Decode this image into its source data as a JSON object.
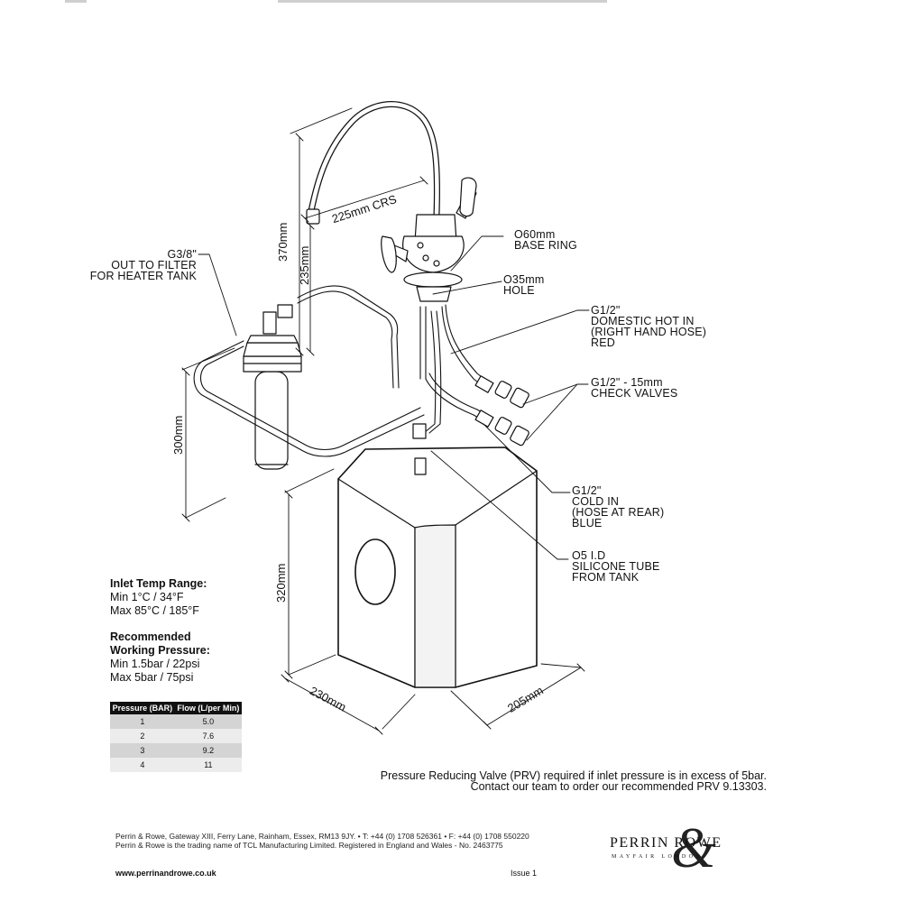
{
  "labels": {
    "g38": [
      "G3/8\"",
      "OUT TO FILTER",
      "FOR HEATER TANK"
    ],
    "base_ring": [
      "O60mm",
      "BASE RING"
    ],
    "hole": [
      "O35mm",
      "HOLE"
    ],
    "hot_in": [
      "G1/2\"",
      "DOMESTIC HOT IN",
      "(RIGHT HAND HOSE)",
      "RED"
    ],
    "check_valves": [
      "G1/2\"  - 15mm",
      "CHECK VALVES"
    ],
    "cold_in": [
      "G1/2\"",
      "COLD IN",
      "(HOSE AT REAR)",
      "BLUE"
    ],
    "silicone": [
      "O5 I.D",
      "SILICONE TUBE",
      "FROM TANK"
    ]
  },
  "dimensions": {
    "crs": "225mm CRS",
    "h370": "370mm",
    "h235": "235mm",
    "h300": "300mm",
    "h320": "320mm",
    "w230": "230mm",
    "w205": "205mm"
  },
  "specs": {
    "temp_title": "Inlet Temp Range:",
    "temp_min": "Min 1°C / 34°F",
    "temp_max": "Max 85°C / 185°F",
    "pressure_title_1": "Recommended",
    "pressure_title_2": "Working Pressure:",
    "pressure_min": "Min 1.5bar / 22psi",
    "pressure_max": "Max 5bar / 75psi"
  },
  "table": {
    "headers": [
      "Pressure (BAR)",
      "Flow (L/per Min)"
    ],
    "rows": [
      [
        "1",
        "5.0"
      ],
      [
        "2",
        "7.6"
      ],
      [
        "3",
        "9.2"
      ],
      [
        "4",
        "11"
      ]
    ]
  },
  "prv": {
    "line1": "Pressure Reducing Valve (PRV) required if inlet pressure is in excess of 5bar.",
    "line2": "Contact our team to order our recommended PRV 9.13303."
  },
  "footer": {
    "address": "Perrin & Rowe, Gateway XIII, Ferry Lane, Rainham, Essex, RM13 9JY.  •  T: +44 (0)  1708 526361  •  F: +44 (0) 1708 550220",
    "legal": "Perrin & Rowe is the trading name of TCL Manufacturing Limited. Registered in England and Wales - No. 2463775",
    "website": "www.perrinandrowe.co.uk",
    "issue": "Issue  1"
  },
  "brand": {
    "name": "PERRIN  ROWE",
    "tagline": "MAYFAIR  LONDON",
    "ampersand": "&"
  }
}
